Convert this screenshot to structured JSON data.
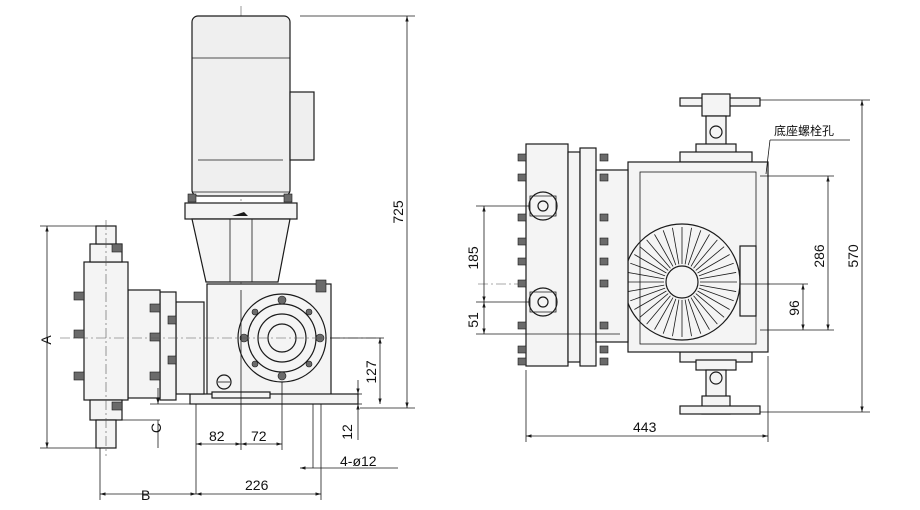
{
  "side_view": {
    "dimensions": {
      "total_height": "725",
      "height_127": "127",
      "height_12": "12",
      "width_82": "82",
      "width_72": "72",
      "width_226": "226",
      "holes": "4-ø12",
      "label_a": "A",
      "label_b": "B",
      "label_c": "C"
    }
  },
  "top_view": {
    "dimensions": {
      "v_185": "185",
      "v_51": "51",
      "v_286": "286",
      "v_96": "96",
      "v_570": "570",
      "h_443": "443"
    },
    "annotation": "底座螺栓孔"
  }
}
